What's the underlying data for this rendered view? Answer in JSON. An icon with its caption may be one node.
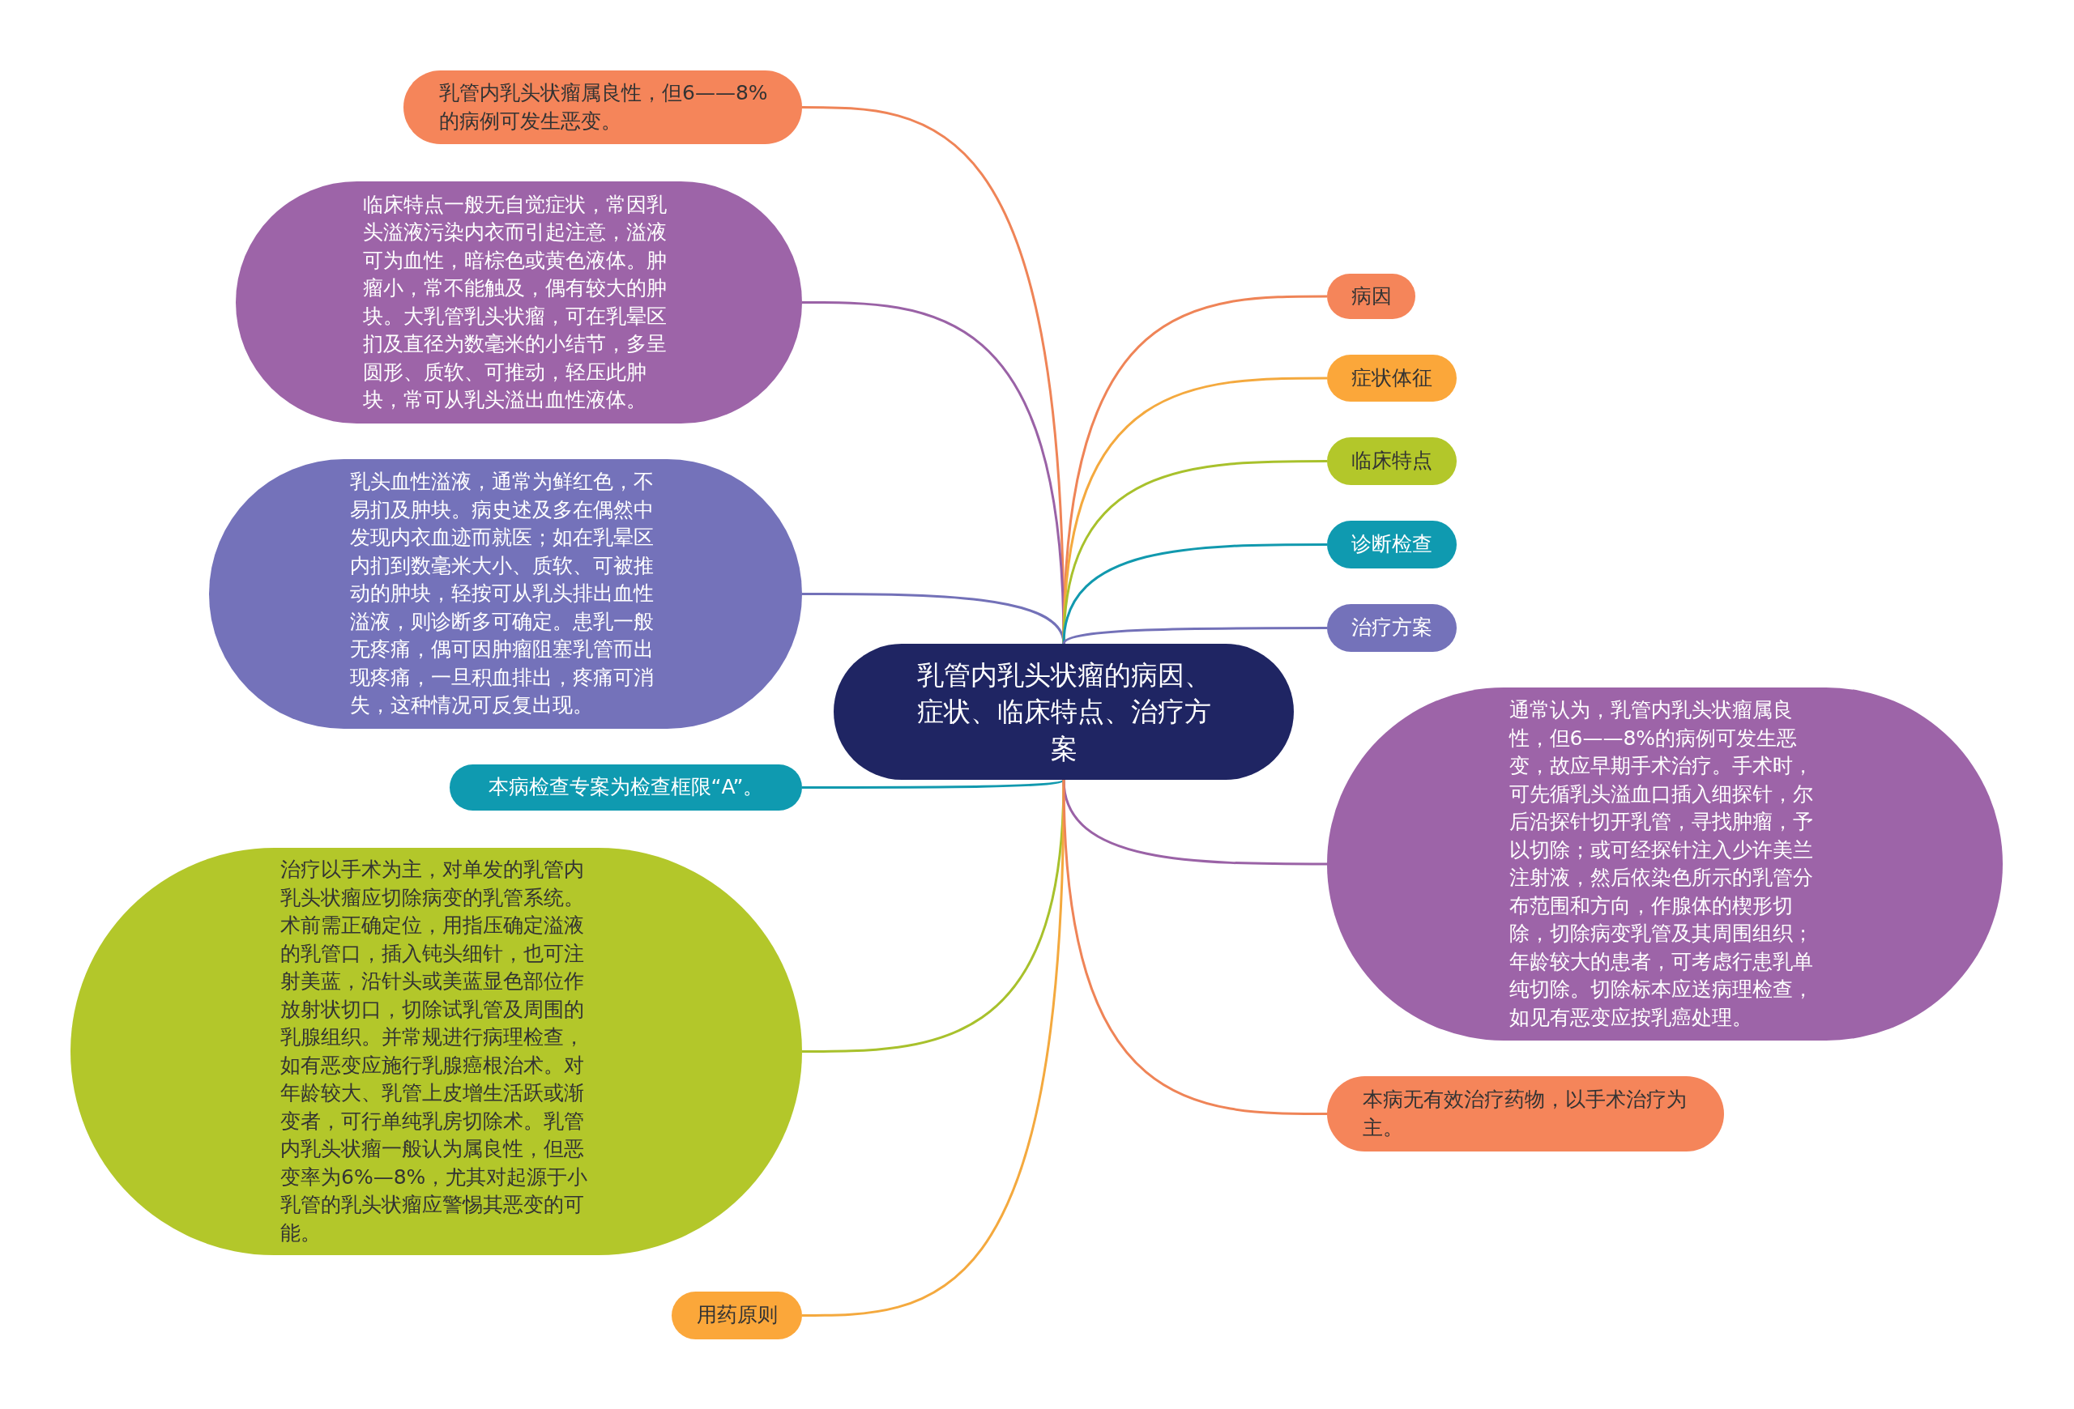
{
  "diagram": {
    "nodes": [
      {
        "text": [
          "乳管内乳头状瘤的病因、症状、临床特点、治疗方案"
        ]
      },
      {
        "text": [
          "乳管内乳头状瘤属良性，但6——8%的病例可发生恶变。"
        ]
      },
      {
        "text": [
          "临床特点一般无自觉症状，常因乳头溢液污染内衣而引起注意，溢液可为血性，暗棕色或黄色液体。肿瘤小，常不能触及，偶有较大的肿块。大乳管乳头状瘤，可在乳晕区扪及直径为数毫米的小结节，多呈圆形、质软、可推动，轻压此肿块，常可从乳头溢出血性液体。"
        ]
      },
      {
        "text": [
          "乳头血性溢液，通常为鲜红色，不易扪及肿块。病史述及多在偶然中发现内衣血迹而就医；如在乳晕区内扪到数毫米大小、质软、可被推动的肿块，轻按可从乳头排出血性溢液，则诊断多可确定。患乳一般无疼痛，偶可因肿瘤阻塞乳管而出现疼痛，一旦积血排出，疼痛可消失，这种情况可反复出现。"
        ]
      },
      {
        "text": [
          "本病检查专案为检查框限“A”。"
        ]
      },
      {
        "text": [
          "治疗以手术为主，对单发的乳管内乳头状瘤应切除病变的乳管系统。术前需正确定位，用指压确定溢液的乳管口，插入钝头细针，也可注射美蓝，沿针头或美蓝显色部位作放射状切口，切除试乳管及周围的乳腺组织。并常规进行病理检查，如有恶变应施行乳腺癌根治术。对年龄较大、乳管上皮增生活跃或渐变者，可行单纯乳房切除术。乳管内乳头状瘤一般认为属良性，但恶变率为6%—8%，尤其对起源于小乳管的乳头状瘤应警惕其恶变的可能。"
        ]
      },
      {
        "text": [
          "用药原则"
        ]
      },
      {
        "text": [
          "病因"
        ]
      },
      {
        "text": [
          "症状体征"
        ]
      },
      {
        "text": [
          "临床特点"
        ]
      },
      {
        "text": [
          "诊断检查"
        ]
      },
      {
        "text": [
          "治疗方案"
        ]
      },
      {
        "text": [
          "通常认为，乳管内乳头状瘤属良性，但6——8%的病例可发生恶变，故应早期手术治疗。手术时，可先循乳头溢血口插入细探针，尔后沿探针切开乳管，寻找肿瘤，予以切除；或可经探针注入少许美兰注射液，然后依染色所示的乳管分布范围和方向，作腺体的楔形切除，切除病变乳管及其周围组织；年龄较大的患者，可考虑行患乳单纯切除。切除标本应送病理检查，如见有恶变应按乳癌处理。"
        ]
      },
      {
        "text": [
          "本病无有效治疗药物，以手术治疗为主。"
        ]
      }
    ],
    "edges": [
      {
        "from": 0,
        "to": 1,
        "arrow": "none",
        "color": "#ef8457"
      },
      {
        "from": 0,
        "to": 2,
        "arrow": "none",
        "color": "#9a62a6"
      },
      {
        "from": 0,
        "to": 3,
        "arrow": "none",
        "color": "#7371b8"
      },
      {
        "from": 0,
        "to": 4,
        "arrow": "none",
        "color": "#1199ae"
      },
      {
        "from": 0,
        "to": 5,
        "arrow": "none",
        "color": "#a8c12c"
      },
      {
        "from": 0,
        "to": 6,
        "arrow": "none",
        "color": "#f4a93e"
      },
      {
        "from": 0,
        "to": 7,
        "arrow": "none",
        "color": "#ef8457"
      },
      {
        "from": 0,
        "to": 8,
        "arrow": "none",
        "color": "#f4a93e"
      },
      {
        "from": 0,
        "to": 9,
        "arrow": "none",
        "color": "#a8c12c"
      },
      {
        "from": 0,
        "to": 10,
        "arrow": "none",
        "color": "#1199ae"
      },
      {
        "from": 0,
        "to": 11,
        "arrow": "none",
        "color": "#7371b8"
      },
      {
        "from": 0,
        "to": 12,
        "arrow": "none",
        "color": "#9a62a6"
      },
      {
        "from": 0,
        "to": 13,
        "arrow": "none",
        "color": "#ef8457"
      }
    ]
  }
}
